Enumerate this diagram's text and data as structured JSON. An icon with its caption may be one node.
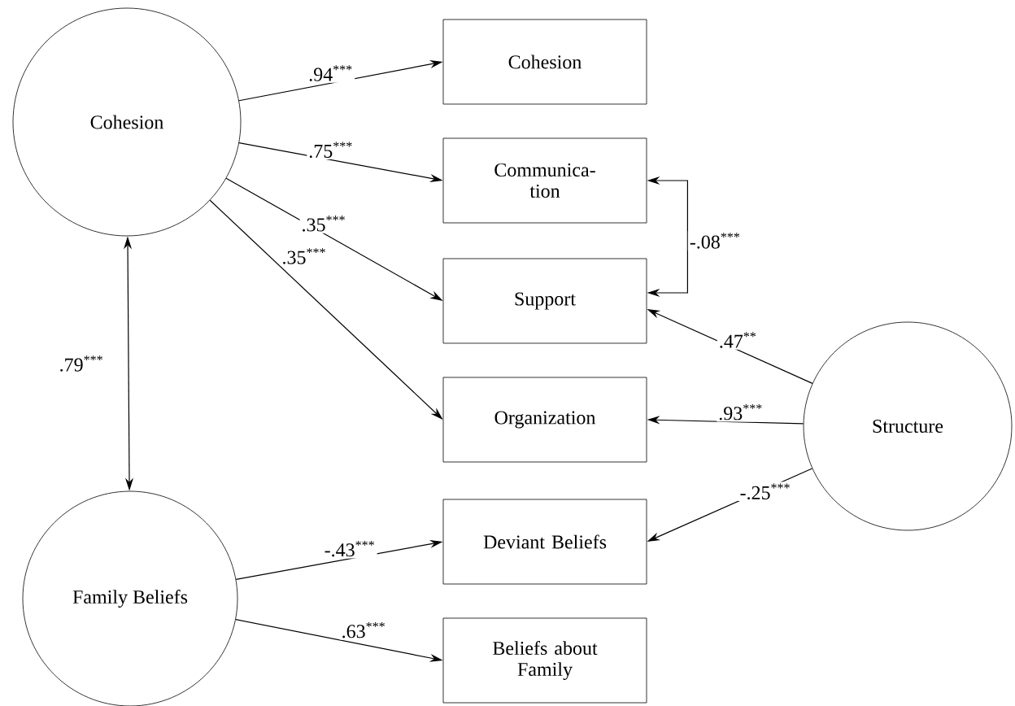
{
  "diagram": {
    "nodes": [
      {
        "text": [
          "Cohesion"
        ]
      },
      {
        "text": [
          "Cohesion"
        ]
      },
      {
        "text": [
          "Communica- tion"
        ]
      },
      {
        "text": [
          "Support"
        ]
      },
      {
        "text": [
          "Organization"
        ]
      },
      {
        "text": [
          "Structure"
        ]
      },
      {
        "text": [
          "Deviant Beliefs"
        ]
      },
      {
        "text": [
          "Family Beliefs"
        ]
      },
      {
        "text": [
          "Beliefs about Family"
        ]
      }
    ],
    "edges": [
      {
        "from": 0,
        "to": 1,
        "arrow": "to",
        "label": ".94$^{***}$"
      },
      {
        "from": 0,
        "to": 2,
        "arrow": "to",
        "label": ".75$^{***}$"
      },
      {
        "from": 0,
        "to": 3,
        "arrow": "to",
        "label": ".35$^{***}$"
      },
      {
        "from": 0,
        "to": 4,
        "arrow": "to",
        "label": ".35$^{***}$"
      },
      {
        "from": 0,
        "to": 7,
        "arrow": "both",
        "label": ".79$^{***}$"
      },
      {
        "from": 2,
        "to": 3,
        "arrow": "both",
        "label": "-.08$^{***}$"
      },
      {
        "from": 5,
        "to": 3,
        "arrow": "to",
        "label": ".47$^{**}$"
      },
      {
        "from": 5,
        "to": 4,
        "arrow": "to",
        "label": ".93$^{***}$"
      },
      {
        "from": 5,
        "to": 6,
        "arrow": "to",
        "label": "-.25$^{***}$"
      },
      {
        "from": 7,
        "to": 6,
        "arrow": "to",
        "label": "-.43$^{***}$"
      },
      {
        "from": 7,
        "to": 8,
        "arrow": "to",
        "label": ".63$^{***}$"
      }
    ]
  }
}
